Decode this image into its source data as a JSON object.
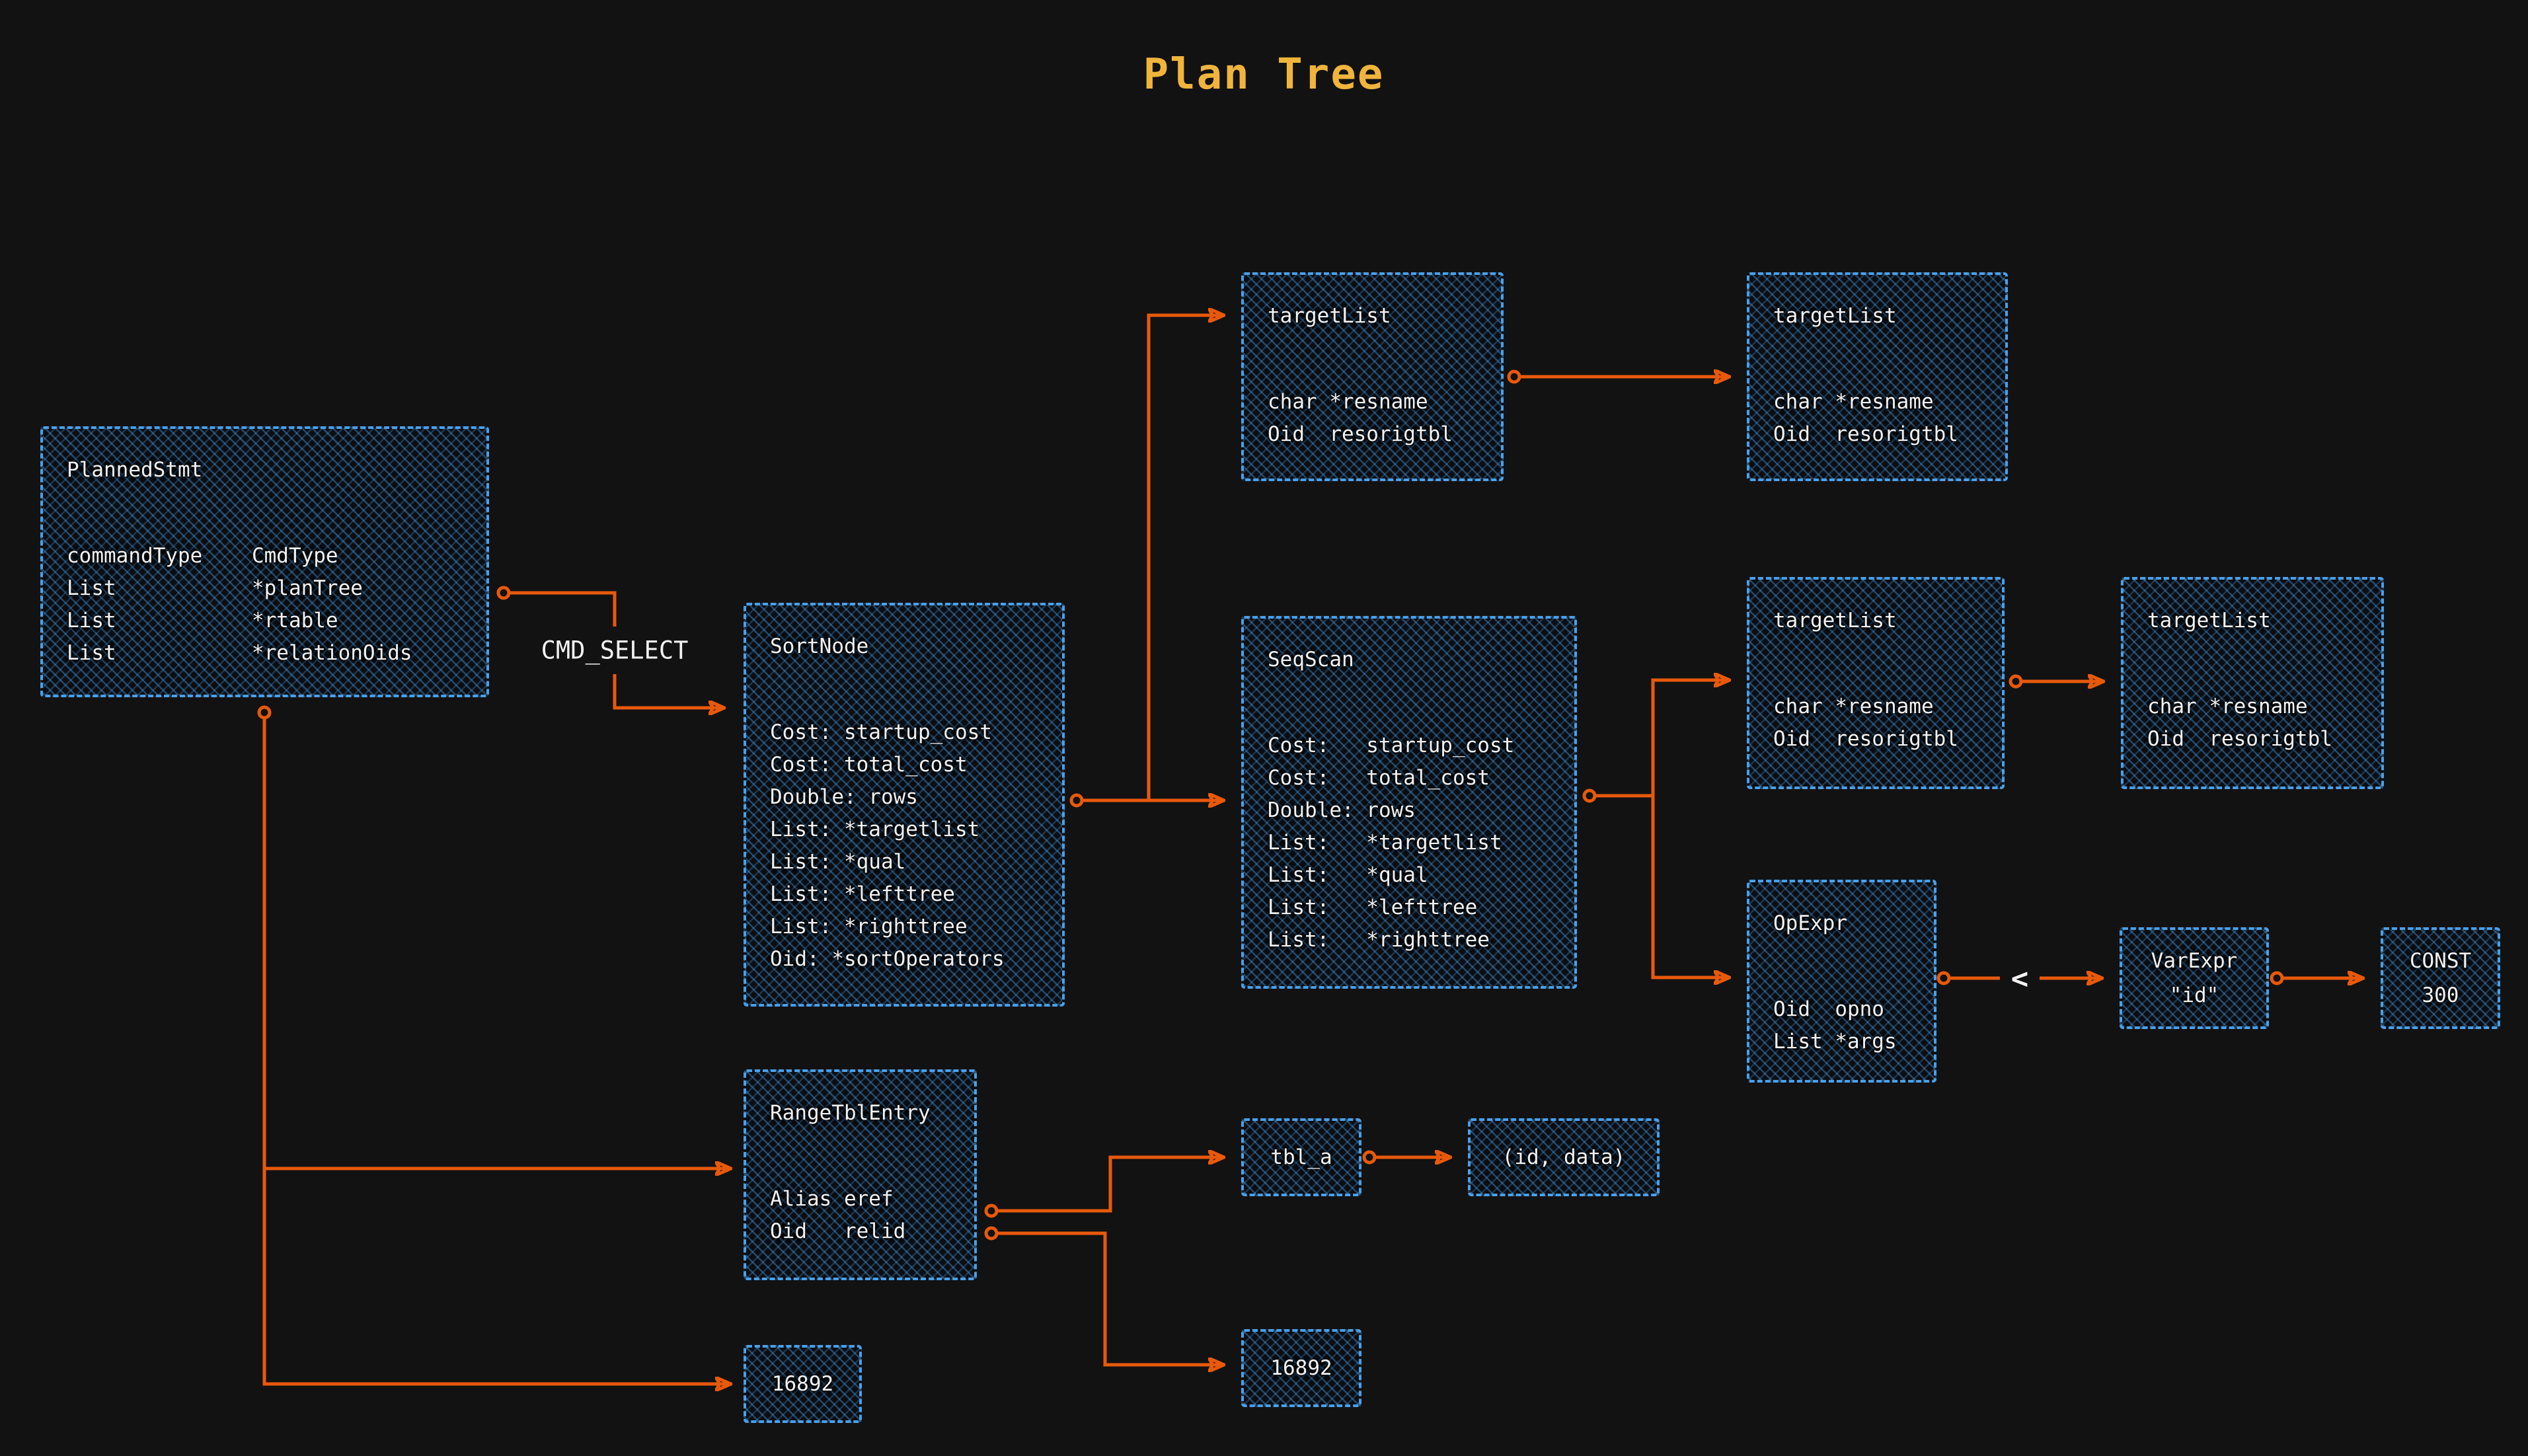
{
  "title": "Plan Tree",
  "connector_labels": {
    "cmd_select": "CMD_SELECT",
    "op_less_than": "<"
  },
  "colors": {
    "background": "#121212",
    "box_border": "#4aa0e8",
    "box_hatch": "#4aa0e8",
    "connector": "#e8590c",
    "text": "#f2f2f2",
    "title_text": "#f0b43d"
  },
  "nodes": {
    "planned_stmt": {
      "title": "PlannedStmt",
      "rows": [
        "commandType    CmdType",
        "List           *planTree",
        "List           *rtable",
        "List           *relationOids"
      ]
    },
    "sort_node": {
      "title": "SortNode",
      "rows": [
        "Cost: startup_cost",
        "Cost: total_cost",
        "Double: rows",
        "List: *targetlist",
        "List: *qual",
        "List: *lefttree",
        "List: *righttree",
        "Oid: *sortOperators"
      ]
    },
    "seq_scan": {
      "title": "SeqScan",
      "rows": [
        "Cost:   startup_cost",
        "Cost:   total_cost",
        "Double: rows",
        "List:   *targetlist",
        "List:   *qual",
        "List:   *lefttree",
        "List:   *righttree"
      ]
    },
    "target_list_top_left": {
      "title": "targetList",
      "rows": [
        "char *resname",
        "Oid  resorigtbl"
      ]
    },
    "target_list_top_right": {
      "title": "targetList",
      "rows": [
        "char *resname",
        "Oid  resorigtbl"
      ]
    },
    "target_list_mid_left": {
      "title": "targetList",
      "rows": [
        "char *resname",
        "Oid  resorigtbl"
      ]
    },
    "target_list_mid_right": {
      "title": "targetList",
      "rows": [
        "char *resname",
        "Oid  resorigtbl"
      ]
    },
    "op_expr": {
      "title": "OpExpr",
      "rows": [
        "Oid  opno",
        "List *args"
      ]
    },
    "var_expr": {
      "lines": [
        "VarExpr",
        "\"id\""
      ]
    },
    "const_300": {
      "lines": [
        "CONST",
        "300"
      ]
    },
    "range_tbl_entry": {
      "title": "RangeTblEntry",
      "rows": [
        "Alias eref",
        "Oid   relid"
      ]
    },
    "tbl_a": {
      "lines": [
        "tbl_a"
      ]
    },
    "tbl_a_columns": {
      "lines": [
        "(id, data)"
      ]
    },
    "relation_oid_left": {
      "lines": [
        "16892"
      ]
    },
    "relation_oid_right": {
      "lines": [
        "16892"
      ]
    }
  }
}
